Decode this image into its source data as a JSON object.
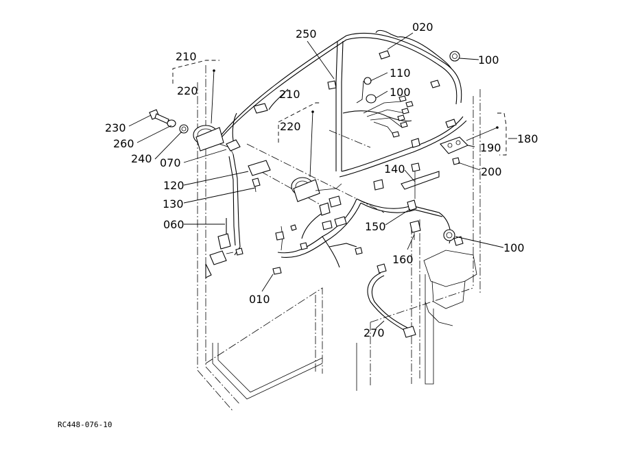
{
  "figure_code": "RC448-076-10",
  "callouts": {
    "c020": "020",
    "c250": "250",
    "c100a": "100",
    "c110": "110",
    "c100b": "100",
    "c210a": "210",
    "c220a": "220",
    "c210b": "210",
    "c220b": "220",
    "c230": "230",
    "c260": "260",
    "c240": "240",
    "c070": "070",
    "c180": "180",
    "c190": "190",
    "c200": "200",
    "c140": "140",
    "c120": "120",
    "c130": "130",
    "c060": "060",
    "c150": "150",
    "c160": "160",
    "c100c": "100",
    "c010": "010",
    "c270": "270"
  }
}
